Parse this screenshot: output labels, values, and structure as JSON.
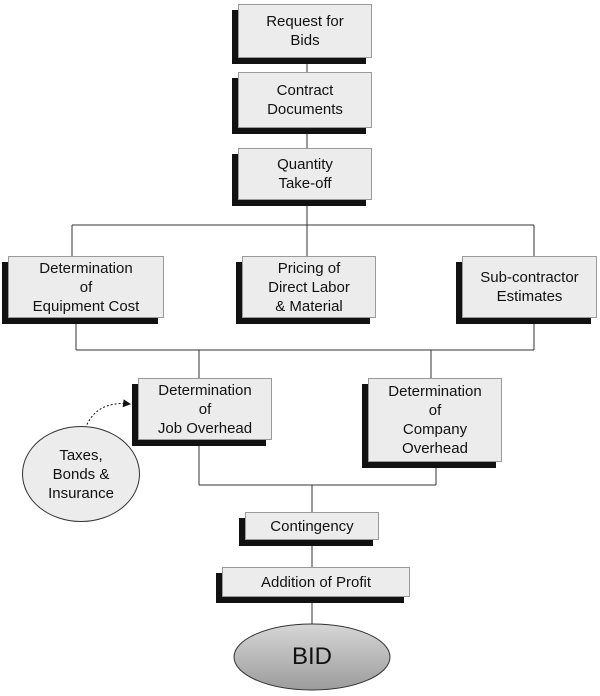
{
  "nodes": {
    "request_for_bids": "Request for\nBids",
    "contract_documents": "Contract\nDocuments",
    "quantity_takeoff": "Quantity\nTake-off",
    "equipment_cost": "Determination\nof\nEquipment Cost",
    "direct_labor": "Pricing of\nDirect Labor\n& Material",
    "subcontractor": "Sub-contractor\nEstimates",
    "job_overhead": "Determination\nof\nJob Overhead",
    "company_overhead": "Determination\nof\nCompany\nOverhead",
    "taxes": "Taxes,\nBonds &\nInsurance",
    "contingency": "Contingency",
    "profit": "Addition of Profit",
    "bid": "BID"
  }
}
